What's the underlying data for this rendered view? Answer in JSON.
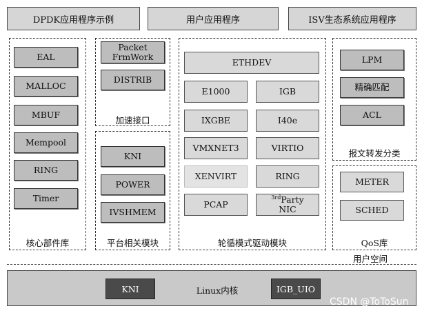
{
  "top": {
    "dpdk_apps": "DPDK应用程序示例",
    "user_apps": "用户应用程序",
    "isv_apps": "ISV生态系统应用程序"
  },
  "core": {
    "label": "核心部件库",
    "items": [
      "EAL",
      "MALLOC",
      "MBUF",
      "Mempool",
      "RING",
      "Timer"
    ]
  },
  "accel": {
    "label": "加速接口",
    "items": [
      "Packet FrmWork",
      "DISTRIB"
    ]
  },
  "platform": {
    "label": "平台相关模块",
    "items": [
      "KNI",
      "POWER",
      "IVSHMEM"
    ]
  },
  "pmd": {
    "label": "轮循模式驱动模块",
    "ethdev": "ETHDEV",
    "items": [
      "E1000",
      "IGB",
      "IXGBE",
      "I40e",
      "VMXNET3",
      "VIRTIO",
      "XENVIRT",
      "RING",
      "PCAP"
    ],
    "third_party": "Party NIC",
    "third_party_sup": "3rd"
  },
  "classify": {
    "label": "报文转发分类",
    "items": [
      "LPM",
      "精确匹配",
      "ACL"
    ]
  },
  "qos": {
    "label": "QoS库",
    "items": [
      "METER",
      "SCHED"
    ]
  },
  "user_space": "用户空间",
  "kernel": {
    "label": "Linux内核",
    "kni": "KNI",
    "igb_uio": "IGB_UIO"
  },
  "watermark": "CSDN @ToToSun"
}
